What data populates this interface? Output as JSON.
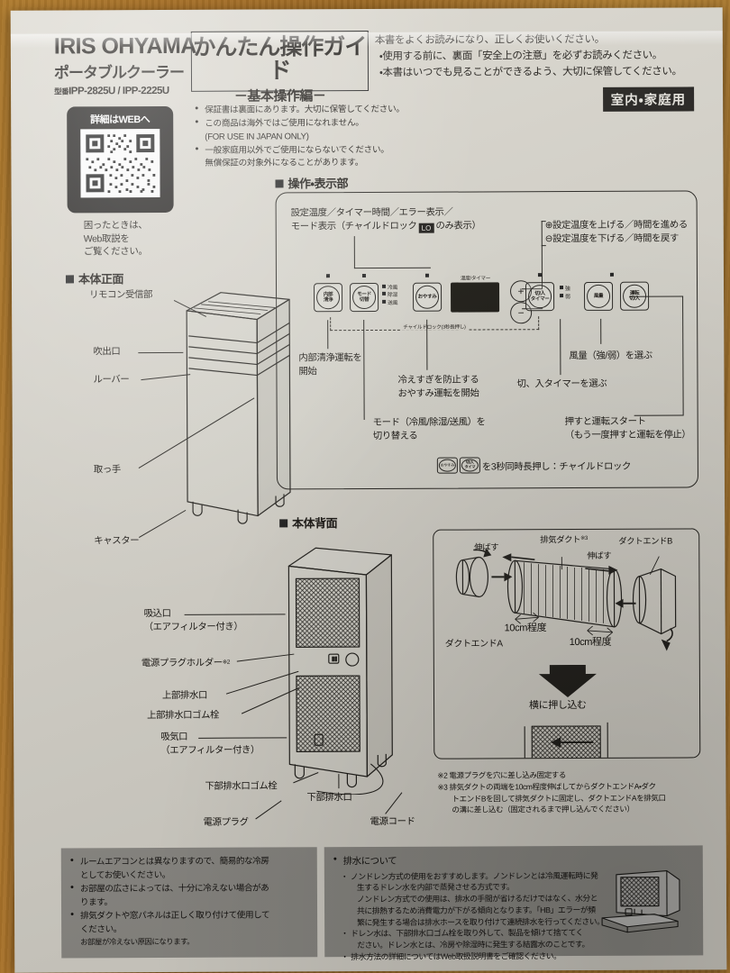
{
  "header": {
    "brand": "IRIS OHYAMA",
    "category": "ポータブルクーラー",
    "model_prefix": "型番",
    "model": "IPP-2825U / IPP-2225U",
    "title_main": "かんたん操作ガイド",
    "title_sub": "－基本操作編－",
    "notes": [
      "本書をよくお読みになり、正しくお使いください。",
      "・使用する前に、裏面「安全上の注意」を必ずお読みください。",
      "・本書はいつでも見ることができるよう、大切に保管してください。"
    ],
    "use_badge": "室内・家庭用",
    "bullets": [
      "保証書は裏面にあります。大切に保管してください。",
      "この商品は海外ではご使用になれません。",
      "(FOR USE IN JAPAN ONLY)",
      "一般家庭用以外でご使用にならないでください。",
      "無償保証の対象外になることがあります。"
    ],
    "qr_label": "詳細はWEBへ",
    "qr_caption": [
      "困ったときは、",
      "Web取説を",
      "ご覧ください。"
    ]
  },
  "sections": {
    "panel": "操作・表示部",
    "front": "本体正面",
    "rear": "本体背面"
  },
  "panel": {
    "display_label_line1": "設定温度／タイマー時間／エラー表示／",
    "display_label_line2a": "モード表示（チャイルドロック",
    "display_label_chip": "LO",
    "display_label_line2b": "のみ表示）",
    "plus_label": "⊕設定温度を上げる／時間を進める",
    "minus_label": "⊖設定温度を下げる／時間を戻す",
    "buttons": [
      {
        "name": "internal-clean",
        "l1": "内部",
        "l2": "清浄"
      },
      {
        "name": "mode",
        "l1": "モード",
        "l2": "切替"
      },
      {
        "name": "sleep",
        "l1": "おやすみ",
        "l2": ""
      },
      {
        "name": "timer",
        "l1": "切/入",
        "l2": "タイマー"
      },
      {
        "name": "fan",
        "l1": "風量",
        "l2": ""
      },
      {
        "name": "power",
        "l1": "運転",
        "l2": "切/入"
      }
    ],
    "mode_indicators": [
      "冷風",
      "除湿",
      "送風"
    ],
    "fan_indicators": [
      "強",
      "弱"
    ],
    "lcd_caption": "温度/タイマー",
    "plus_sign": "+",
    "minus_sign": "−",
    "childlock_dash": "チャイルドロック(3秒長押し)",
    "callouts": [
      "内部清浄運転を",
      "開始",
      "冷えすぎを防止する",
      "おやすみ運転を開始",
      "モード（冷風/除湿/送風）を",
      "切り替える",
      "風量（強/弱）を選ぶ",
      "切、入タイマーを選ぶ",
      "押すと運転スタート",
      "（もう一度押すと運転を停止）"
    ],
    "callout_clean": [
      "内部清浄運転を",
      "開始"
    ],
    "callout_sleep": [
      "冷えすぎを防止する",
      "おやすみ運転を開始"
    ],
    "callout_mode": [
      "モード（冷風/除湿/送風）を",
      "切り替える"
    ],
    "callout_fan": "風量（強/弱）を選ぶ",
    "callout_timer": "切、入タイマーを選ぶ",
    "callout_power": [
      "押すと運転スタート",
      "（もう一度押すと運転を停止）"
    ],
    "lock_note": "を3秒同時長押し：チャイルドロック",
    "lock_btn1": [
      "おやすみ"
    ],
    "lock_btn2": [
      "切/入",
      "タイマ"
    ]
  },
  "front_labels": [
    "リモコン受信部",
    "吹出口",
    "ルーバー",
    "取っ手",
    "キャスター"
  ],
  "rear_labels": {
    "intake_top": [
      "吸込口",
      "（エアフィルター付き）"
    ],
    "plug_holder": "電源プラグホルダー",
    "plug_holder_note": "※2",
    "drain_top": "上部排水口",
    "drain_top_plug": "上部排水口ゴム栓",
    "intake_bottom": [
      "吸気口",
      "（エアフィルター付き）"
    ],
    "drain_bottom_plug": "下部排水口ゴム栓",
    "drain_bottom": "下部排水口",
    "power_plug": "電源プラグ",
    "power_cord": "電源コード"
  },
  "duct": {
    "extend1": "伸ばす",
    "extend2": "伸ばす",
    "duct_name": "排気ダクト",
    "duct_note": "※3",
    "end_b": "ダクトエンドB",
    "end_a": "ダクトエンドA",
    "len1": "10cm程度",
    "len2": "10cm程度",
    "push": "横に押し込む"
  },
  "footnotes": [
    "※2 電源プラグを穴に差し込み固定する",
    "※3 排気ダクトの両端を10cm程度伸ばしてからダクトエンドA・ダク",
    "トエンドBを回して排気ダクトに固定し、ダクトエンドAを排気口",
    "の溝に差し込む（固定されるまで押し込んでください）"
  ],
  "bottom_left": {
    "items": [
      [
        "ルームエアコンとは異なりますので、簡易的な冷房",
        "としてお使いください。"
      ],
      [
        "お部屋の広さによっては、十分に冷えない場合があ",
        "ります。"
      ],
      [
        "排気ダクトや窓パネルは正しく取り付けて使用して",
        "ください。"
      ]
    ],
    "small_note": "お部屋が冷えない原因になります。"
  },
  "bottom_right": {
    "title": "排水について",
    "lines": [
      "ノンドレン方式の使用をおすすめします。ノンドレンとは冷風運転時に発",
      "生するドレン水を内部で蒸発させる方式です。",
      "ノンドレン方式での使用は、排水の手間が省けるだけではなく、水分と",
      "共に排熱するため消費電力が下がる傾向となります。「HB」エラーが頻",
      "繁に発生する場合は排水ホースを取り付けて連続排水を行ってください。",
      "ドレン水は、下部排水口ゴム栓を取り外して、製品を傾けて捨ててく",
      "ださい。ドレン水とは、冷房や除湿時に発生する結露水のことです。",
      "排水方法の詳細についてはWeb取扱説明書をご確認ください。"
    ]
  },
  "colors": {
    "paper": "#d9d6cd",
    "ink": "#16130f",
    "desk": "#a9762c",
    "gray_panel": "#8f8d88",
    "badge_bg": "#1d1b18"
  }
}
